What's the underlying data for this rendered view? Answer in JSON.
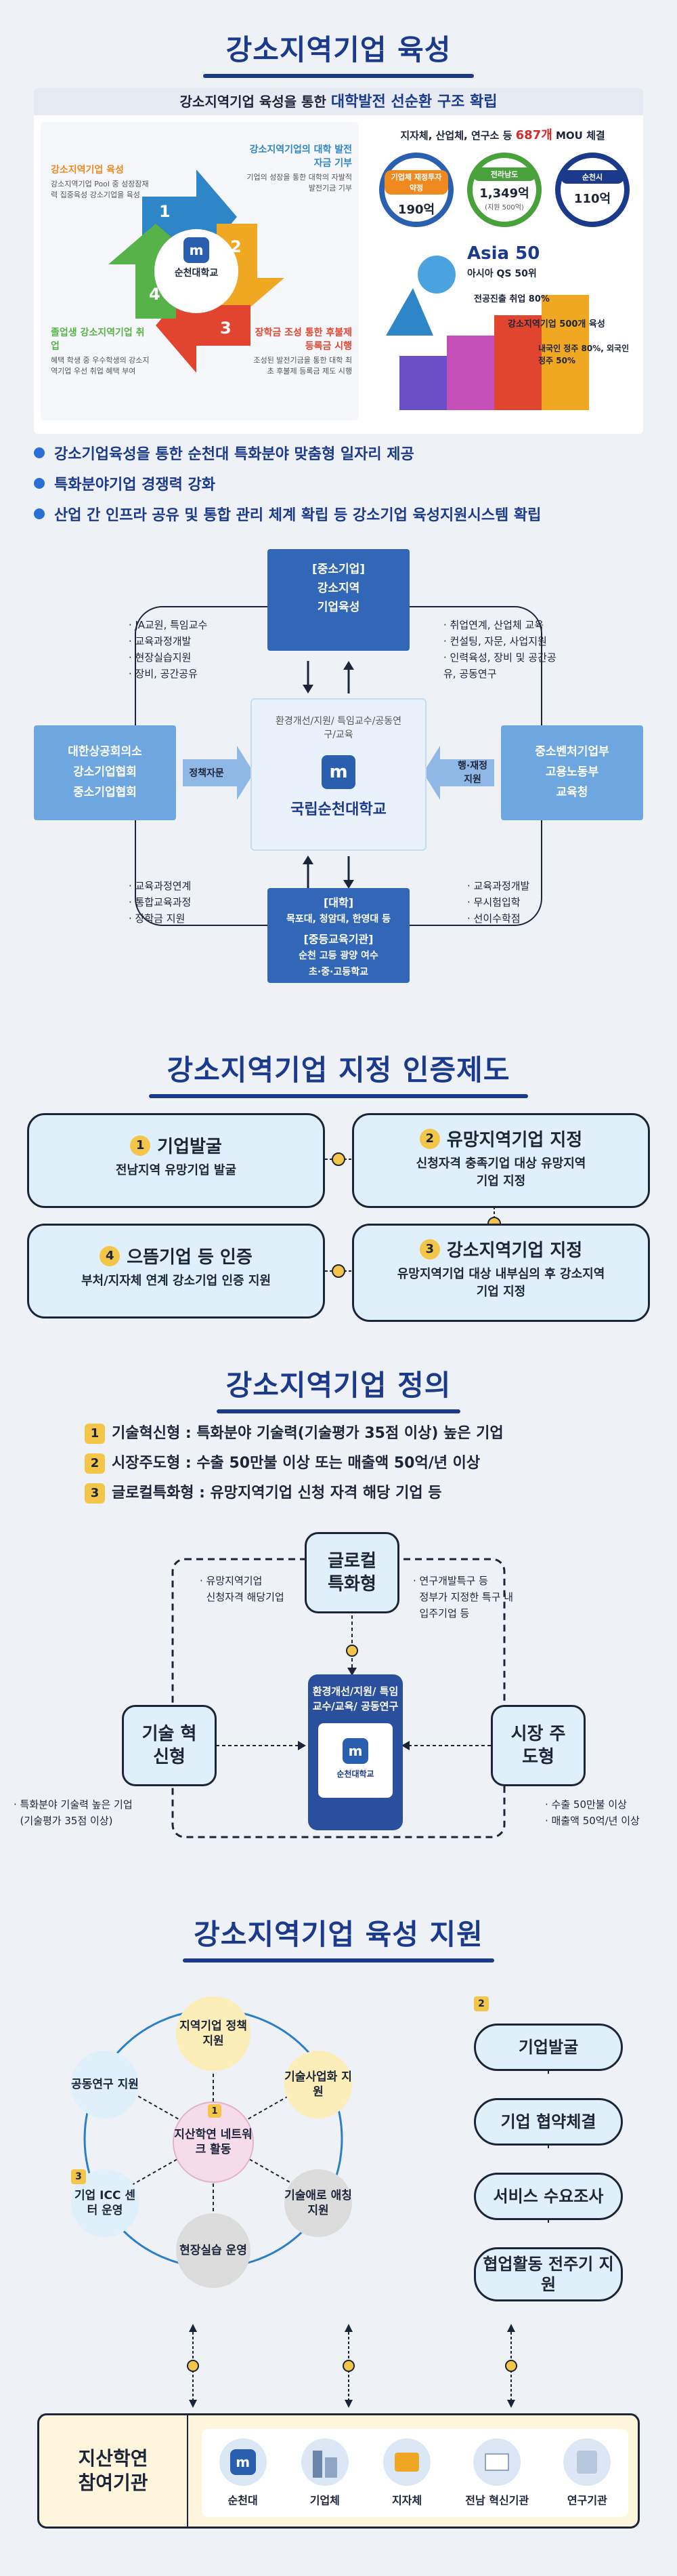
{
  "s1": {
    "title": "강소지역기업 육성",
    "banner_pre": "강소지역기업 육성을 통한",
    "banner_em": "대학발전 선순환 구조 확립",
    "cycle": {
      "center": "순천대학교",
      "q1_title": "강소지역기업 육성",
      "q1_desc": "강소지역기업 Pool 중 성장잠재력 집중육성 강소기업을 육성",
      "q2_title": "강소지역기업의 대학 발전 자금 기부",
      "q2_desc": "기업의 성장을 통한 대학의 자발적 발전기금 기부",
      "q3_title": "장학금 조성 통한 후불제 등록금 시행",
      "q3_desc": "조성된 발전기금을 통한 대학 최초 후불제 등록금 제도 시행",
      "q4_title": "졸업생 강소지역기업 취업",
      "q4_desc": "혜택 학생 중 우수학생의 강소지역기업 우선 취업 혜택 부여",
      "n1": "1",
      "n2": "2",
      "n3": "3",
      "n4": "4"
    },
    "mou": {
      "pre": "지자체, 산업체, 연구소 등",
      "num": "687개",
      "post": "MOU 체결",
      "c1_label": "기업체 재정투자 약정",
      "c1_val": "190억",
      "c2_label": "전라남도",
      "c2_val": "1,349억",
      "c2_sub": "(지원 500억)",
      "c3_label": "순천시",
      "c3_val": "110억"
    },
    "asia": {
      "title": "Asia 50",
      "sub": "아시아 QS 50위",
      "l1": "전공진출 취업 80%",
      "l2": "강소지역기업 500개 육성",
      "l3": "내국인 정주 80%, 외국인 정주 50%"
    },
    "bullets": [
      "강소기업육성을 통한 순천대 특화분야 맞춤형 일자리 제공",
      "특화분야기업 경쟁력 강화",
      "산업 간 인프라 공유 및 통합 관리 체계 확립 등 강소기업 육성지원시스템 확립"
    ]
  },
  "s2": {
    "top_box": [
      "[중소기업]",
      "강소지역",
      "기업육성"
    ],
    "left_box": [
      "대한상공회의소",
      "강소기업협회",
      "중소기업협회"
    ],
    "right_box": [
      "중소벤처기업부",
      "고용노동부",
      "교육청"
    ],
    "bottom_box": [
      "[대학]",
      "목포대, 청암대, 한영대 등",
      "[중등교육기관]",
      "순천 고등 광양 여수",
      "초·중·고등학교"
    ],
    "center_top": "환경개선/지원/ 특임교수/공동연구/교육",
    "center_name": "국립순천대학교",
    "left_arrow": "정책자문",
    "right_arrow": "행·재정 지원",
    "notes_tl": [
      "JA교원, 특임교수",
      "교육과정개발",
      "현장실습지원",
      "장비, 공간공유"
    ],
    "notes_tr": [
      "취업연계, 산업체 교육",
      "컨설팅, 자문, 사업지원",
      "인력육성, 장비 및 공간공유, 공동연구"
    ],
    "notes_bl": [
      "교육과정연계",
      "통합교육과정",
      "장학금 지원"
    ],
    "notes_br": [
      "교육과정개발",
      "무시험입학",
      "선이수학점"
    ]
  },
  "s3": {
    "title": "강소지역기업 지정 인증제도",
    "b1_num": "1",
    "b1_title": "기업발굴",
    "b1_sub": "전남지역 유망기업 발굴",
    "b2_num": "2",
    "b2_title": "유망지역기업 지정",
    "b2_sub": "신청자격 충족기업 대상 유망지역기업 지정",
    "b3_num": "3",
    "b3_title": "강소지역기업 지정",
    "b3_sub": "유망지역기업 대상 내부심의 후 강소지역기업 지정",
    "b4_num": "4",
    "b4_title": "으뜸기업 등 인증",
    "b4_sub": "부처/지자체 연계 강소기업 인증 지원"
  },
  "s4": {
    "title": "강소지역기업 정의",
    "defs": [
      {
        "num": "1",
        "text": "기술혁신형 : 특화분야 기술력(기술평가 35점 이상) 높은 기업"
      },
      {
        "num": "2",
        "text": "시장주도형 : 수출 50만불 이상 또는 매출액 50억/년 이상"
      },
      {
        "num": "3",
        "text": "글로컬특화형 : 유망지역기업 신청 자격 해당 기업 등"
      }
    ],
    "glocal": "글로컬 특화형",
    "tech": "기술 혁신형",
    "market": "시장 주도형",
    "center": "환경개선/지원/ 특임교수/교육/ 공동연구",
    "center_logo": "순천대학교",
    "note_glocal_l": [
      "유망지역기업",
      "신청자격 해당기업"
    ],
    "note_glocal_r": [
      "연구개발특구 등",
      "정부가 지정한 특구 내",
      "입주기업 등"
    ],
    "note_tech": [
      "특화분야 기술력 높은 기업",
      "(기술평가 35점 이상)"
    ],
    "note_market": [
      "수출 50만불 이상",
      "매출액 50억/년 이상"
    ]
  },
  "s5": {
    "title": "강소지역기업 육성 지원",
    "wheel_center": "지산학연 네트워크 활동",
    "wheel_center_num": "1",
    "w_top": "지역기업 정책지원",
    "w_tr": "기술사업화 지원",
    "w_br": "기술애로 애칭지원",
    "w_bottom": "현장실습 운영",
    "w_bl": "기업 ICC 센터 운영",
    "w_bl_num": "3",
    "w_tl": "공동연구 지원",
    "flow_num": "2",
    "flow": [
      "기업발굴",
      "기업 협약체결",
      "서비스 수요조사",
      "협업활동 전주기 지원"
    ],
    "participants_title": "지산학연 참여기관",
    "participants": [
      "순천대",
      "기업체",
      "지자체",
      "전남 혁신기관",
      "연구기관"
    ]
  },
  "colors": {
    "primary": "#1b3a8c",
    "accent_yellow": "#f3c64a",
    "light_blue": "#dff0fb",
    "mid_blue": "#3267b8"
  }
}
